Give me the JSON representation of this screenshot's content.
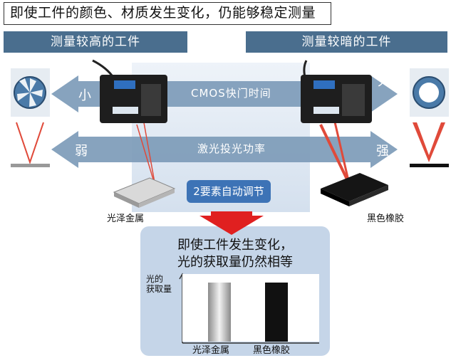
{
  "title": "即使工件的颜色、材质发生变化，仍能够稳定测量",
  "header_left": "测量较高的工件",
  "header_right": "测量较暗的工件",
  "shutter_arrow": {
    "left": "小",
    "middle": "CMOS快门时间",
    "right": "大"
  },
  "power_arrow": {
    "left": "弱",
    "middle": "激光投光功率",
    "right": "强"
  },
  "adjust_label": "2要素自动调节",
  "object_left": "光泽金属",
  "object_right": "黑色橡胶",
  "result_line1": "即使工件发生变化，",
  "result_line2": "光的获取量仍然相等",
  "chart_data": {
    "type": "bar",
    "ylabel": "光的\n获取量",
    "categories": [
      "光泽金属",
      "黑色橡胶"
    ],
    "values": [
      1,
      1
    ]
  },
  "colors": {
    "header": "#4a6e8e",
    "arrow": "#7d9bb9",
    "adjust_box": "#3d73b6",
    "down_arrow": "#e02020",
    "laser": "#e04a3a"
  }
}
